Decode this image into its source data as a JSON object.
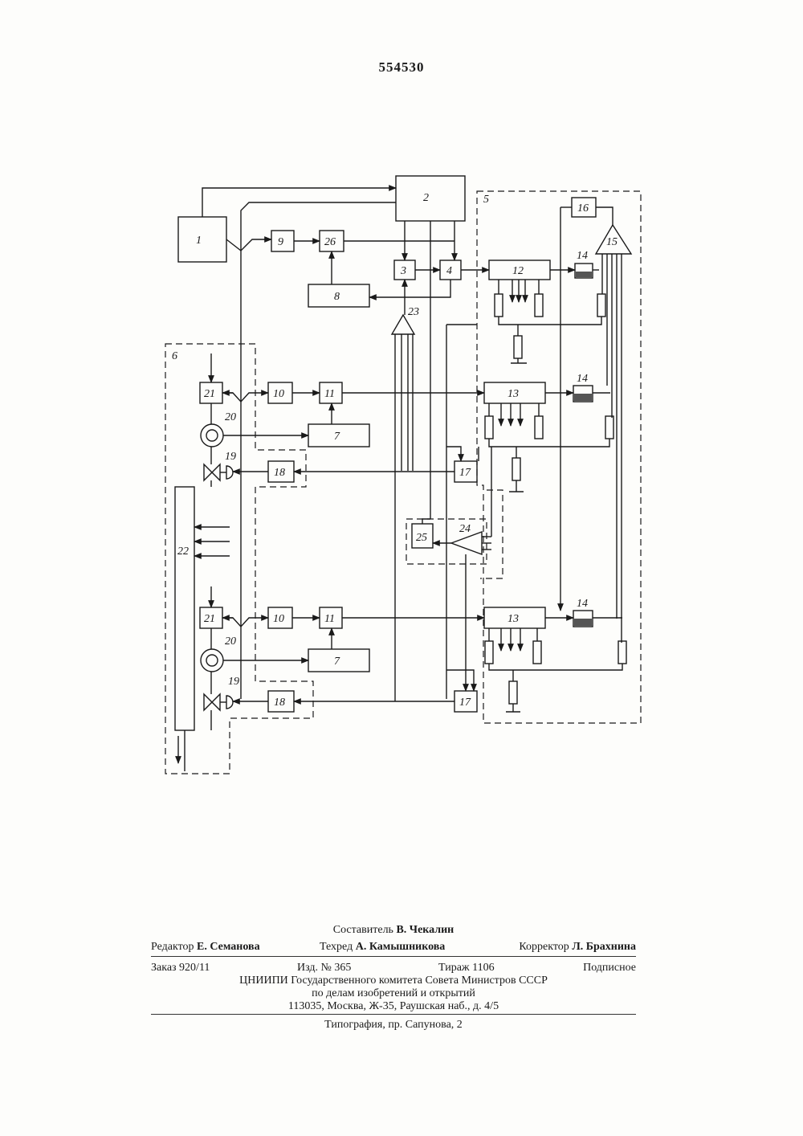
{
  "patent_number": "554530",
  "diagram": {
    "labels": {
      "b1": "1",
      "b2": "2",
      "b3": "3",
      "b4": "4",
      "g5": "5",
      "g6": "6",
      "b7a": "7",
      "b7b": "7",
      "b8": "8",
      "b9": "9",
      "b10a": "10",
      "b10b": "10",
      "b11a": "11",
      "b11b": "11",
      "b12": "12",
      "b13a": "13",
      "b13b": "13",
      "b14a": "14",
      "b14b": "14",
      "b14c": "14",
      "b15": "15",
      "b16": "16",
      "b17a": "17",
      "b17b": "17",
      "b18a": "18",
      "b18b": "18",
      "b19a": "19",
      "b19b": "19",
      "b20a": "20",
      "b20b": "20",
      "b21a": "21",
      "b21b": "21",
      "b22": "22",
      "b23": "23",
      "b24": "24",
      "b25": "25",
      "b26": "26"
    }
  },
  "imprint": {
    "compiler_role": "Составитель",
    "compiler_name": "В. Чекалин",
    "editor_role": "Редактор",
    "editor_name": "Е. Семанова",
    "techred_role": "Техред",
    "techred_name": "А. Камышникова",
    "corrector_role": "Корректор",
    "corrector_name": "Л. Брахнина",
    "order": "Заказ 920/11",
    "edition": "Изд. № 365",
    "circulation": "Тираж 1106",
    "subscription": "Подписное",
    "org_line1": "ЦНИИПИ Государственного комитета Совета Министров СССР",
    "org_line2": "по делам изобретений и открытий",
    "address": "113035, Москва, Ж-35, Раушская наб., д. 4/5",
    "printing": "Типография, пр. Сапунова, 2"
  }
}
